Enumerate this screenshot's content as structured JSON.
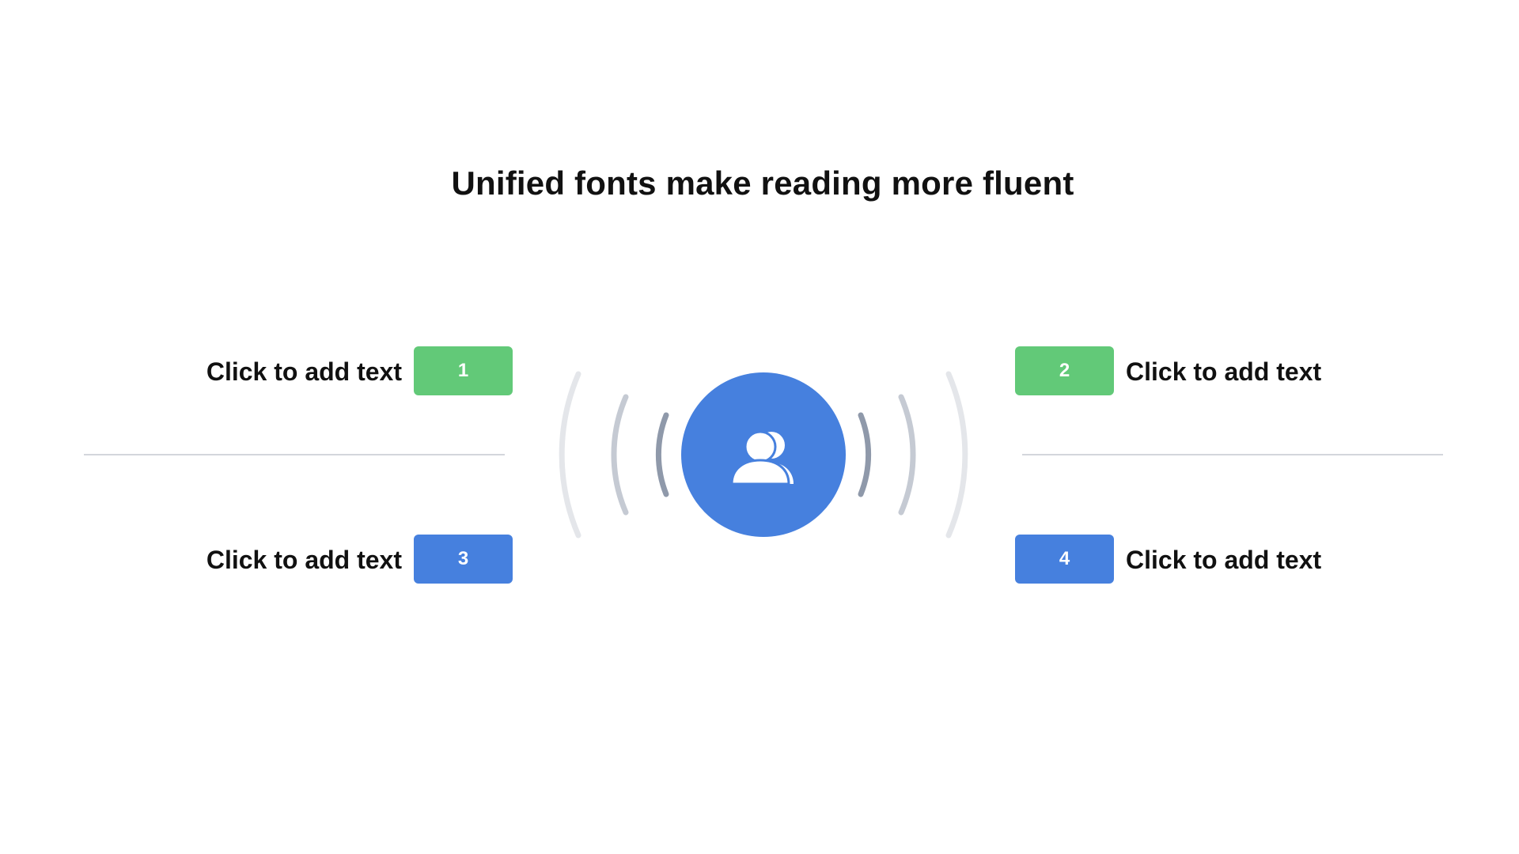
{
  "title": "Unified fonts make reading more fluent",
  "colors": {
    "green": "#62c978",
    "blue": "#4680de",
    "wave_dark": "#8f99aa",
    "wave_mid": "#c5cad3",
    "wave_light": "#e4e6ea"
  },
  "center": {
    "icon": "user-group-icon"
  },
  "items": [
    {
      "number": "1",
      "label": "Click to add text",
      "color": "#62c978"
    },
    {
      "number": "2",
      "label": "Click to add text",
      "color": "#62c978"
    },
    {
      "number": "3",
      "label": "Click to add text",
      "color": "#4680de"
    },
    {
      "number": "4",
      "label": "Click to add text",
      "color": "#4680de"
    }
  ]
}
